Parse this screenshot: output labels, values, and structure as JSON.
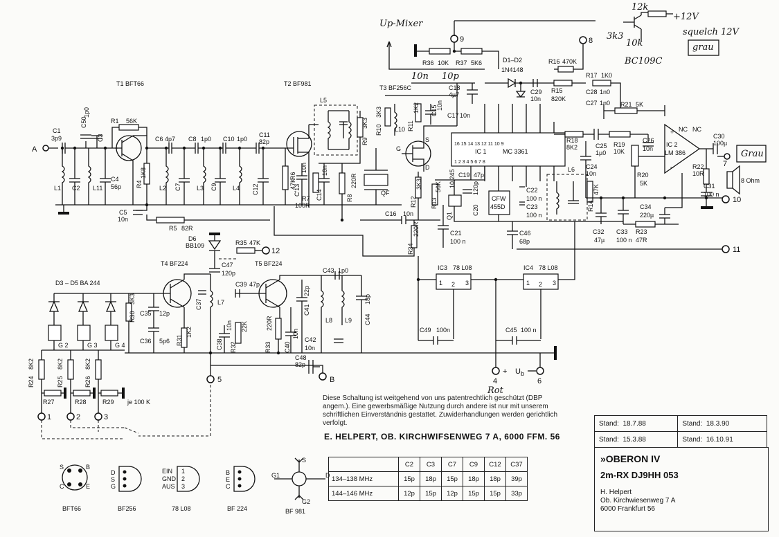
{
  "handwritten": {
    "up_mixer": "Up-Mixer",
    "resistor_12k": "12k",
    "plus_12v": "+12V",
    "squelch_12v": "squelch 12V",
    "grau_top": "grau",
    "r_3k3": "3k3",
    "r_10k": "10k",
    "transistor": "BC109C",
    "mod_10n": "10n",
    "mod_10p": "10p",
    "grau_out": "Grau",
    "rot": "Rot"
  },
  "labels": {
    "t1": "T1  BFT66",
    "t2": "T2  BF981",
    "t3": "T3  BF256C",
    "t4": "T4  BF224",
    "t5": "T5  BF224",
    "l5": "L5",
    "l6": "L6",
    "l7": "L7",
    "l8": "L8",
    "l9": "L9",
    "l10": "L10",
    "l1": "L1",
    "l11": "L11",
    "l2": "L2",
    "l3": "L3",
    "l4": "L4",
    "c1": "C1",
    "c1v": "3p9",
    "c50": "C50",
    "c50v": "1p0",
    "c3": "C3",
    "c2": "C2",
    "c4": "C4",
    "c4v": "56p",
    "r1": "R1",
    "r1v": "56K",
    "r4": "R4",
    "r4v": "1K8",
    "c6": "C6",
    "c6v": "4p7",
    "c8": "C8",
    "c8v": "1p0",
    "c10": "C10",
    "c10v": "1p0",
    "c11": "C11",
    "c11v": "82p",
    "c7": "C7",
    "c9": "C9",
    "c12": "C12",
    "c5": "C5",
    "c5v": "10n",
    "r5": "R5",
    "r5v": "82R",
    "r6": "R6",
    "r6v": "47K",
    "c13": "C'13",
    "c13v": "10n",
    "c14": "C14",
    "c14v": "10n",
    "r7": "R7",
    "r7v": "100R",
    "r8": "R8",
    "r8v": "220R",
    "r9": "R9",
    "r9v": "3K3",
    "qf": "QF",
    "c16": "C16",
    "c16v": "10n",
    "r10": "R10",
    "r10v": "3K3",
    "r11": "R11",
    "r11v": "1K2",
    "c15": "C15",
    "c15v": "10n",
    "r12": "R12",
    "r12v": "3K3",
    "r34": "R34",
    "r34v": "220R",
    "r13": "R13",
    "r13v": "56K",
    "q1": "Q1",
    "q1v": "10,245",
    "c19": "C19",
    "c19v": "47p",
    "c20": "C20",
    "c20v": "120p",
    "c21": "C21",
    "c21v": "100 n",
    "c17": "C17",
    "c17v": "10n",
    "c18": "C18",
    "c18v": "4µ7",
    "r36": "R36",
    "r36v": "10K",
    "r37": "R37",
    "r37v": "5K6",
    "d1d2": "D1–D2",
    "d1d2v": "1N4148",
    "r16": "R16",
    "r16v": "470K",
    "r15": "R15",
    "r15v": "820K",
    "c29": "C29",
    "c29v": "10n",
    "r17": "R17",
    "r17v": "1K0",
    "c28": "C28",
    "c28v": "1n0",
    "c27": "C27",
    "c27v": "1n0",
    "r21": "R21",
    "r21v": "5K",
    "r18": "R18",
    "r18v": "8K2",
    "c25": "C25",
    "c25v": "1µ0",
    "r19": "R19",
    "r19v": "10K",
    "c24": "C24",
    "c24v": "10n",
    "c26": "C26",
    "c26v": "10n",
    "r20": "R20",
    "r20v": "5K",
    "ic2": "IC 2",
    "ic2v": "LM 386",
    "r22": "R22",
    "r22v": "10R",
    "c30": "C30",
    "c30v": "100µ",
    "c31": "C31",
    "c31v": "100 n",
    "speaker": "8 Ohm",
    "nc1": "NC",
    "nc2": "NC",
    "ic1": "IC 1",
    "ic1v": "MC 3361",
    "cfw": "CFW",
    "cfwv": "455D",
    "c22": "C22",
    "c22v": "100 n",
    "c23": "C23",
    "c23v": "100 n",
    "r14": "R14",
    "r14v": "47K",
    "c46": "C46",
    "c46v": "68p",
    "c32": "C32",
    "c32v": "47µ",
    "c33": "C33",
    "c33v": "100 n",
    "r23": "R23",
    "r23v": "47R",
    "c34": "C34",
    "c34v": "220µ",
    "d6": "D6",
    "d6v": "BB109",
    "r35": "R35",
    "r35v": "47K",
    "c47": "C47",
    "c47v": "120p",
    "c39": "C39",
    "c39v": "47p",
    "c43": "C43",
    "c43v": "1p0",
    "d3d5": "D3 – D5  BA 244",
    "r30": "R30",
    "r30v": "3K3",
    "c35": "C35",
    "c35v": "12p",
    "c36": "C36",
    "c36v": "5p6",
    "r31": "R31",
    "r31v": "1K2",
    "c37": "C37",
    "c38": "C38",
    "c38v": "10n",
    "r32": "R32",
    "r32v": "22K",
    "r33": "R33",
    "r33v": "220R",
    "c40": "C40",
    "c40v": "10n",
    "c41": "C41",
    "c41v": "22p",
    "c42": "C42",
    "c42v": "10n",
    "c44": "C44",
    "c44v": "18p",
    "c48": "C48",
    "c48v": "82p",
    "g2": "G 2",
    "g3": "G 3",
    "g4": "G 4",
    "r24": "R24",
    "r24v": "8K2",
    "r25": "R25",
    "r25v": "8K2",
    "r26": "R26",
    "r26v": "8K2",
    "r27": "R27",
    "r28": "R28",
    "r29": "R29",
    "je100k": "je 100 K",
    "ic3": "IC3",
    "ic3v": "78 L08",
    "ic4": "IC4",
    "ic4v": "78 L08",
    "c49": "C49",
    "c49v": "100n",
    "c45": "C45",
    "c45v": "100 n",
    "ub": "U",
    "ubsub": "b",
    "t_A": "A",
    "t_B": "B",
    "t1n": "1",
    "t2n": "2",
    "t3n": "3",
    "t4n": "4",
    "t5n": "5",
    "t6n": "6",
    "t7n": "7",
    "t8n": "8",
    "t9n": "9",
    "t10n": "10",
    "t11n": "11",
    "t12n": "12",
    "pin1": "1",
    "pin2": "2",
    "pin3": "3",
    "plus": "+",
    "minus": "–",
    "s_letter": "S",
    "g_letter": "G",
    "d_letter": "D"
  },
  "notice": "Diese Schaltung ist weitgehend von uns patentrechtlich geschützt (DBP angem.). Eine gewerbsmäßige Nutzung durch andere ist nur mit unserem schriftlichen Einverständnis gestattet. Zuwiderhandlungen werden gerichtlich verfolgt.",
  "author_line": "E. HELPERT, OB. KIRCHWIFSENWEG 7 A, 6000 FFM. 56",
  "stand": [
    {
      "label": "Stand:",
      "date": "18.7.88",
      "label2": "Stand:",
      "date2": "18.3.90"
    },
    {
      "label": "Stand:",
      "date": "15.3.88",
      "label2": "Stand:",
      "date2": "16.10.91"
    }
  ],
  "title": {
    "name": "»OBERON IV",
    "model": "2m-RX   DJ9HH 053",
    "addr1": "H. Helpert",
    "addr2": "Ob. Kirchwiesenweg 7 A",
    "addr3": "6000 Frankfurt 56"
  },
  "component_table": {
    "headers": [
      "",
      "C2",
      "C3",
      "C7",
      "C9",
      "C12",
      "C37"
    ],
    "rows": [
      [
        "134–138 MHz",
        "15p",
        "18p",
        "15p",
        "18p",
        "18p",
        "39p"
      ],
      [
        "144–146 MHz",
        "12p",
        "15p",
        "12p",
        "15p",
        "15p",
        "33p"
      ]
    ]
  },
  "pinouts": [
    {
      "name": "BFT66",
      "pins": [
        "S",
        "C",
        "B",
        "E"
      ]
    },
    {
      "name": "BF256",
      "pins": [
        "D",
        "S",
        "G"
      ]
    },
    {
      "name": "78 L08",
      "pins": [
        "EIN",
        "GND",
        "AUS",
        "1",
        "2",
        "3"
      ]
    },
    {
      "name": "BF 224",
      "pins": [
        "B",
        "E",
        "C"
      ]
    },
    {
      "name": "BF 981",
      "pins": [
        "S",
        "G1",
        "D",
        "G2"
      ]
    }
  ]
}
